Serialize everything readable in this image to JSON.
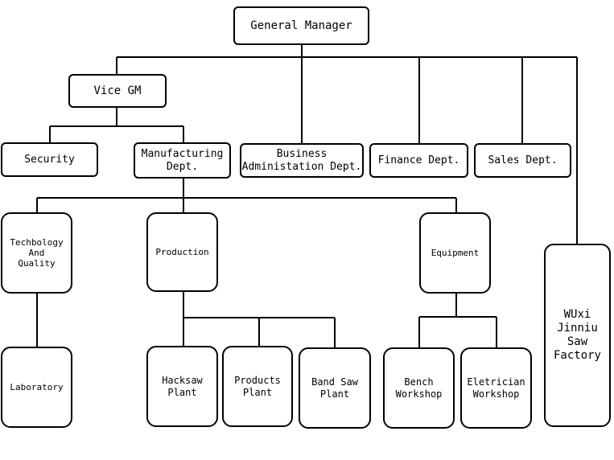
{
  "nodes": {
    "general_manager": "General Manager",
    "vice_gm": "Vice GM",
    "security": "Security",
    "manufacturing": "Manufacturing\nDept.",
    "business_admin": "Business\nAdministation Dept.",
    "finance": "Finance Dept.",
    "sales": "Sales Dept.",
    "tech_quality": "Techbology\nAnd\nQuality",
    "production": "Production",
    "equipment": "Equipment",
    "laboratory": "Laboratory",
    "hacksaw_plant": "Hacksaw\nPlant",
    "products_plant": "Products\nPlant",
    "band_saw_plant": "Band Saw\nPlant",
    "bench_workshop": "Bench\nWorkshop",
    "eletrician_workshop": "Eletrician\nWorkshop",
    "wuxi_factory": "WUxi\nJinniu\nSaw\nFactory"
  }
}
